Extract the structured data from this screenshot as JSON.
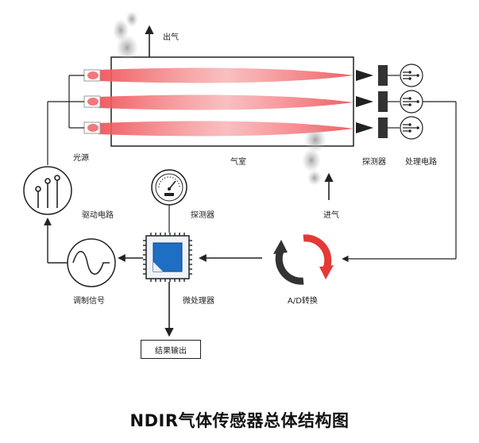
{
  "diagram": {
    "labels": {
      "outlet": "出气",
      "light_source": "光源",
      "gas_chamber": "气室",
      "detector_right": "探测器",
      "processing_circuit": "处理电路",
      "drive_circuit": "驱动电路",
      "detector_gauge": "探测器",
      "inlet": "进气",
      "modulation_signal": "调制信号",
      "microprocessor": "微处理器",
      "ad_conversion": "A/D转换",
      "result_output": "结果输出"
    },
    "title": "NDIR气体传感器总体结构图",
    "colors": {
      "beam": "#f0555a",
      "line": "#222222",
      "chip": "#1e6fc4",
      "cycle_red": "#e53935",
      "cycle_dark": "#333333"
    },
    "icons": [
      "smoke-icon",
      "lamp-icon",
      "detector-block-icon",
      "circuit-icon",
      "gauge-icon",
      "chip-icon",
      "sine-wave-icon",
      "cycle-arrows-icon"
    ]
  }
}
